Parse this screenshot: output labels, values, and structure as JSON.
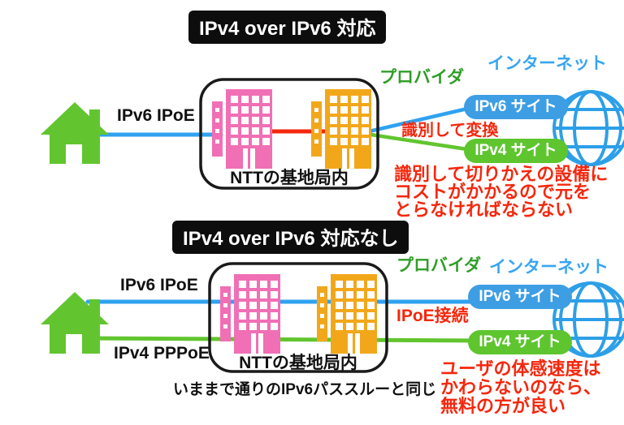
{
  "colors": {
    "blue": "#2d9fe8",
    "green": "#62c52f",
    "dark_green_text": "#2f9e27",
    "pink": "#f06fb5",
    "orange": "#f2a71b",
    "red": "#f5270d",
    "badge_background": "#0d0d0d",
    "badge_text": "#ffffff"
  },
  "icons": {
    "house": "house-icon",
    "building": "building-icon",
    "globe": "globe-icon"
  },
  "top": {
    "title": "IPv4 over IPv6 対応",
    "home_line_label": "IPv6 IPoE",
    "ntt_box_label": "NTTの基地局内",
    "provider_label": "プロバイダ",
    "internet_label": "インターネット",
    "ipv6_site_label": "IPv6 サイト",
    "ipv4_site_label": "IPv4 サイト",
    "convert_label": "識別して変換",
    "note_line1": "識別して切りかえの設備に",
    "note_line2": "コストがかかるので元を",
    "note_line3": "とらなければならない"
  },
  "bottom": {
    "title": "IPv4 over IPv6 対応なし",
    "ipv6_line_label": "IPv6 IPoE",
    "ipv4_line_label": "IPv4 PPPoE",
    "ntt_box_label": "NTTの基地局内",
    "provider_label": "プロバイダ",
    "internet_label": "インターネット",
    "ipv6_site_label": "IPv6 サイト",
    "ipv4_site_label": "IPv4 サイト",
    "ipoe_label": "IPoE接続",
    "caption": "いままで通りのIPv6パススルーと同じ",
    "note_line1": "ユーザの体感速度は",
    "note_line2": "かわらないのなら、",
    "note_line3": "無料の方が良い"
  }
}
